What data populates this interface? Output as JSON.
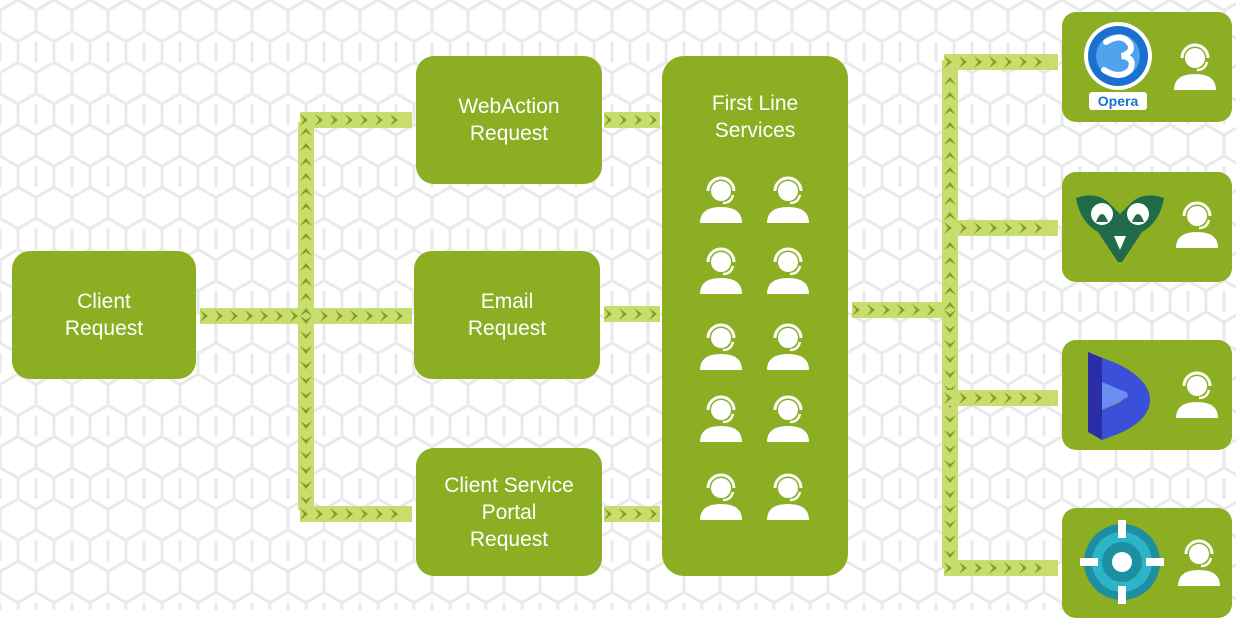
{
  "boxes": {
    "client_request": "Client\nRequest",
    "webaction_request": "WebAction\nRequest",
    "email_request": "Email\nRequest",
    "portal_request": "Client Service\nPortal\nRequest",
    "first_line_services": "First Line\nServices"
  },
  "systems": {
    "opera_label": "Opera"
  },
  "icons": {
    "agent": "support-agent-icon",
    "opera": "opera-logo-icon",
    "owl": "owl-logo-icon",
    "dynamics": "dynamics-365-logo-icon",
    "business_central": "business-central-logo-icon"
  },
  "colors": {
    "box_green": "#8cae22",
    "arrow_dark": "#7ea01f",
    "arrow_light": "#c9dd6e",
    "honeycomb": "#e9e9e9",
    "opera_blue": "#1b6fcf",
    "owl_green": "#1f6b4a",
    "dynamics_blue": "#3b4fd8",
    "bc_teal": "#1e8fa3"
  }
}
